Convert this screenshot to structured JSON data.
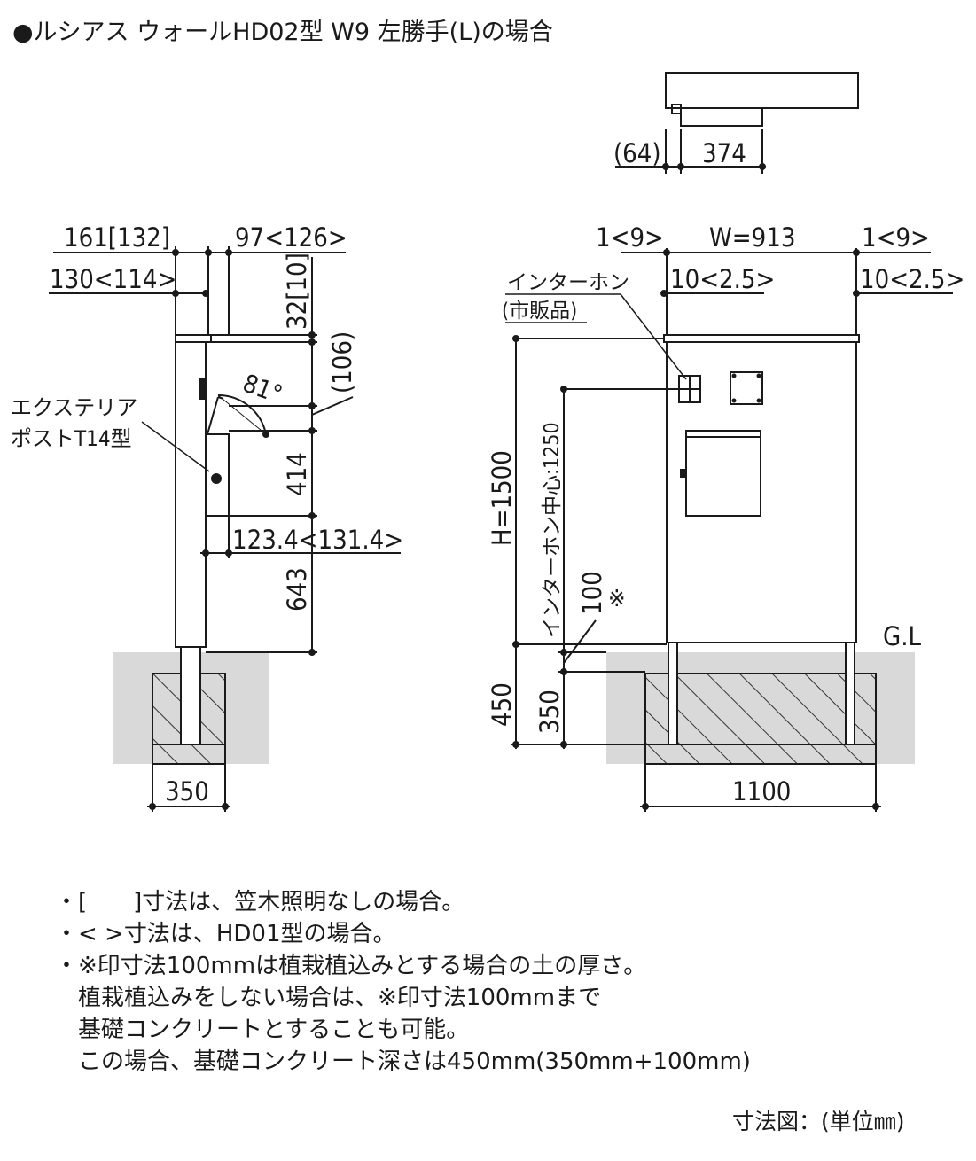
{
  "title": "●ルシアス ウォールHD02型  W9  左勝手(L)の場合",
  "top_view": {
    "dim_64": "(64)",
    "dim_374": "374"
  },
  "side_view": {
    "dim_161": "161[132]",
    "dim_97": "97<126>",
    "dim_130": "130<114>",
    "dim_32": "32[10]",
    "dim_106": "(106)",
    "angle": "81°",
    "label_post_1": "エクステリア",
    "label_post_2": "ポストT14型",
    "dim_414": "414",
    "dim_123": "123.4<131.4>",
    "dim_643": "643",
    "dim_350": "350"
  },
  "front_view": {
    "dim_1_left": "1<9>",
    "dim_w": "W=913",
    "dim_1_right": "1<9>",
    "dim_10_left": "10<2.5>",
    "dim_10_right": "10<2.5>",
    "label_intercom_1": "インターホン",
    "label_intercom_2": "(市販品)",
    "dim_h": "H=1500",
    "dim_intercom_center": "インターホン中心:1250",
    "dim_100": "100",
    "mark_100": "※",
    "label_gl": "G.L",
    "dim_450": "450",
    "dim_350": "350",
    "dim_1100": "1100"
  },
  "notes": [
    "・[　　]寸法は、笠木照明なしの場合。",
    "・< >寸法は、HD01型の場合。",
    "・※印寸法100mmは植栽植込みとする場合の土の厚さ。",
    "植栽植込みをしない場合は、※印寸法100mmまで",
    "基礎コンクリートとすることも可能。",
    "この場合、基礎コンクリート深さは450mm(350mm+100mm)"
  ],
  "unit_label": "寸法図：(単位㎜)",
  "colors": {
    "ink": "#1a1a1a",
    "ground_fill": "#d9d9d9",
    "foundation_fill": "#cfcfcf"
  }
}
